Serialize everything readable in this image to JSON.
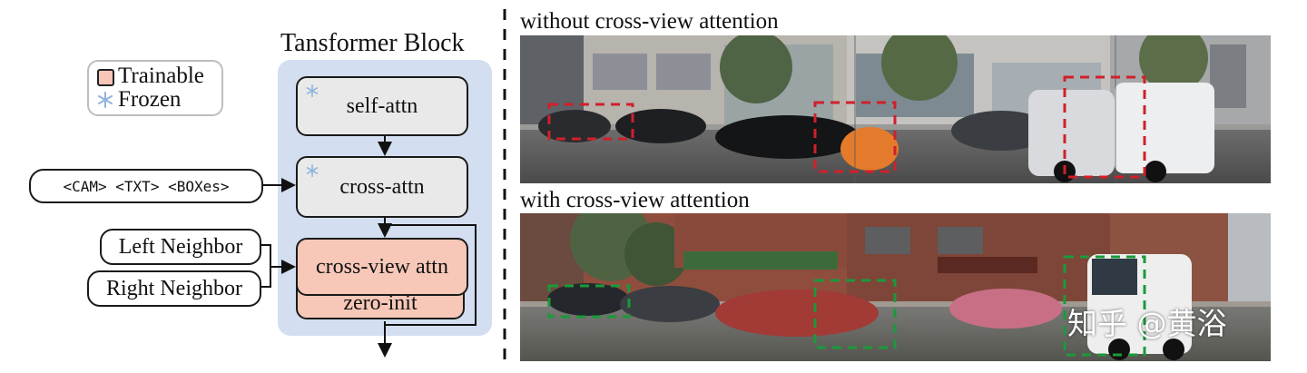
{
  "block": {
    "title": "Tansformer Block",
    "self_attn": "self-attn",
    "cross_attn": "cross-attn",
    "cross_view_attn": "cross-view attn",
    "zero_init": "zero-init"
  },
  "legend": {
    "trainable": "Trainable",
    "frozen": "Frozen"
  },
  "inputs": {
    "conditions": "<CAM> <TXT> <BOXes>",
    "left_neighbor": "Left Neighbor",
    "right_neighbor": "Right Neighbor"
  },
  "results": {
    "without_label": "without cross-view attention",
    "with_label": "with cross-view attention"
  },
  "watermark": "知乎 @黄浴",
  "colors": {
    "trainable": "#f7c8b8",
    "frozen_box": "#e9e9e9",
    "panel": "#d3def0",
    "highlight_bad": "#d0202a",
    "highlight_good": "#1a9a3a"
  },
  "icons": {
    "frozen": "snowflake-icon"
  }
}
